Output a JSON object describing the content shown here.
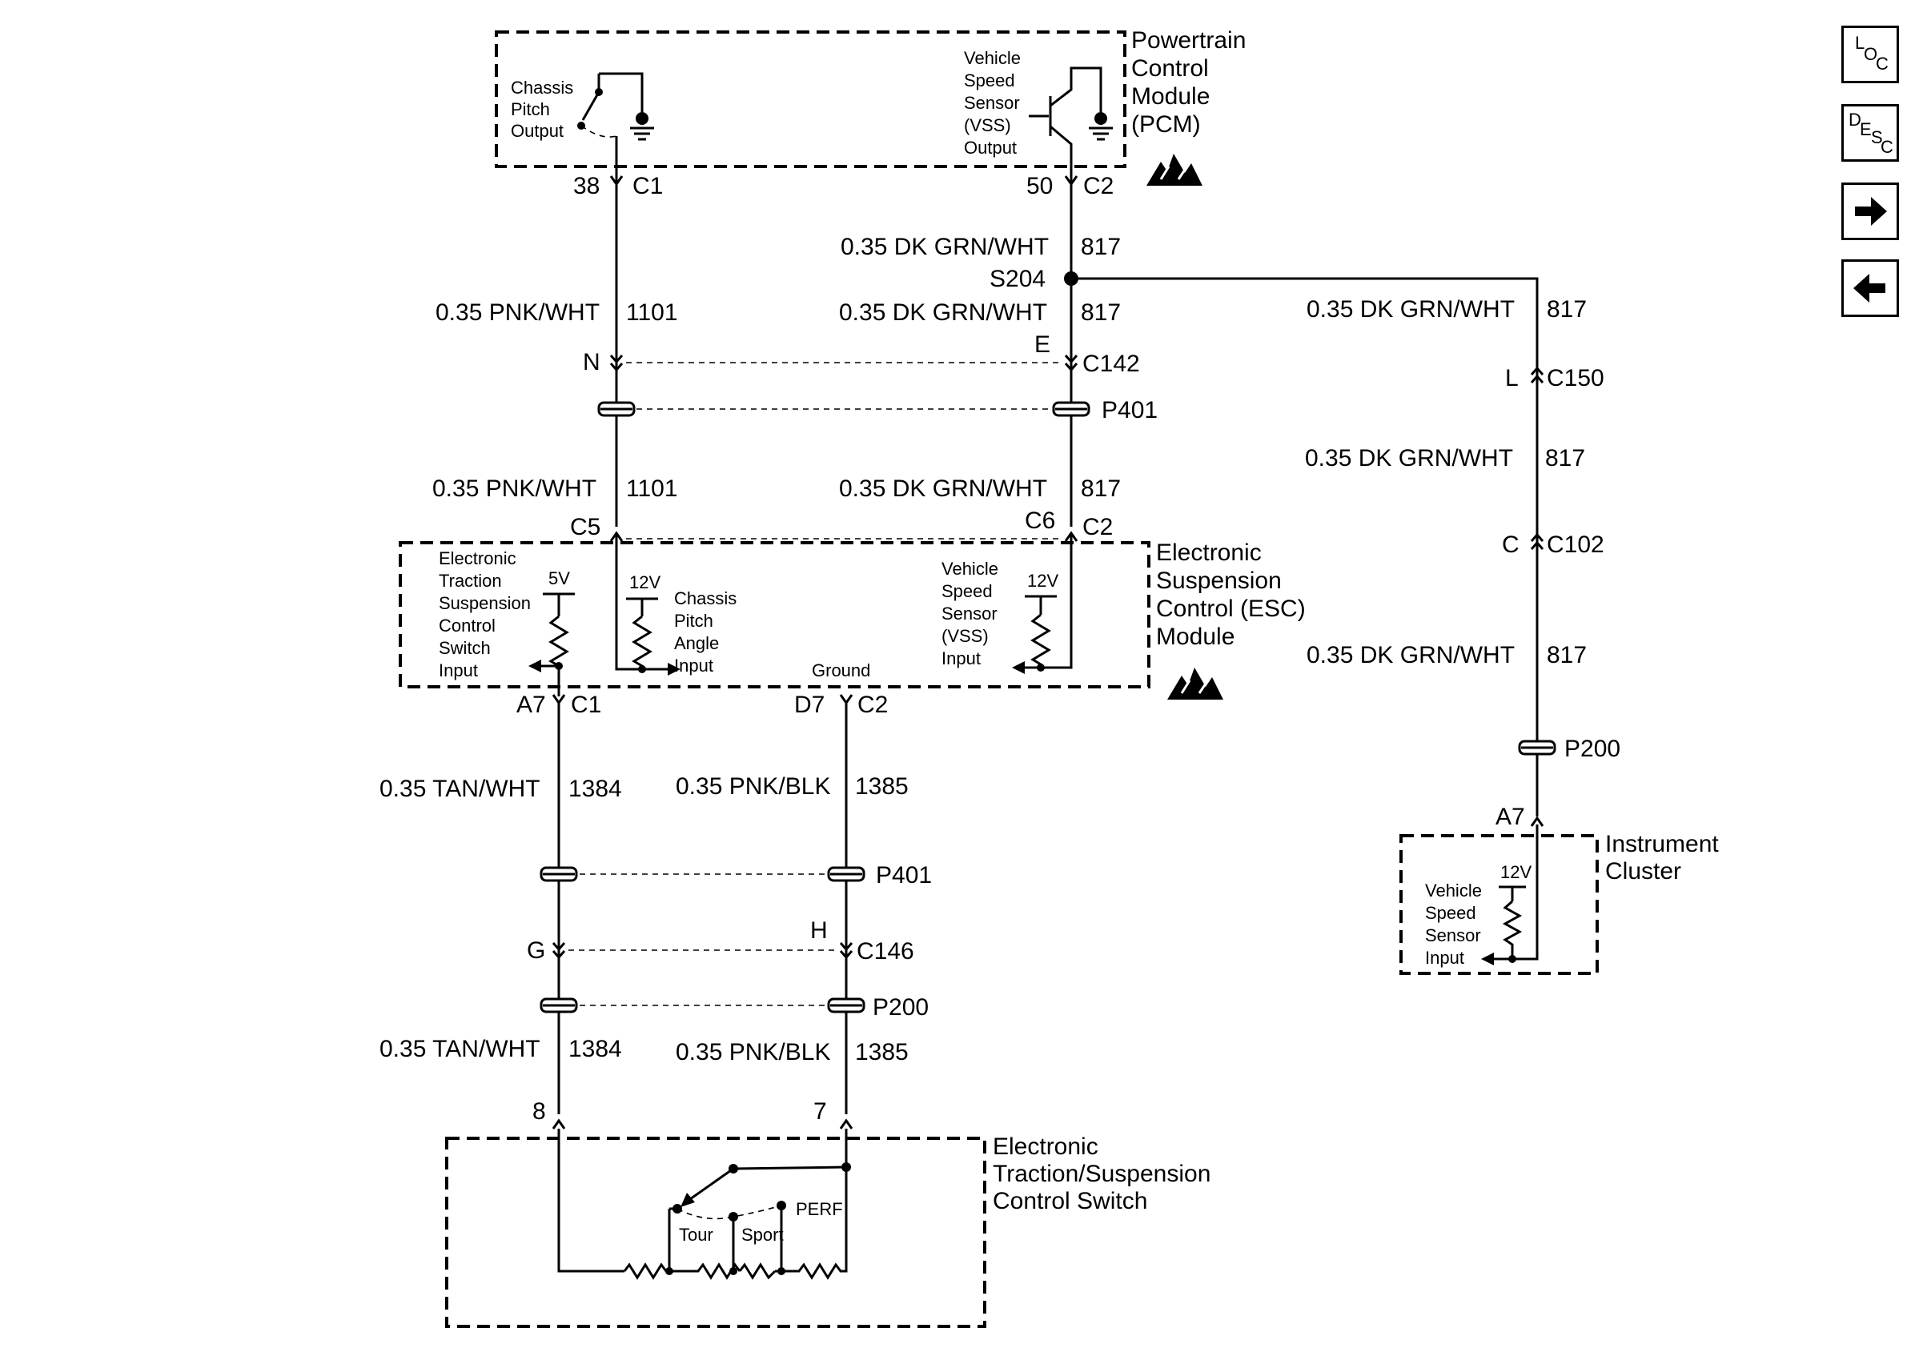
{
  "nav": {
    "loc": "LOC",
    "desc": "DESC",
    "next": "next-arrow-icon",
    "prev": "prev-arrow-icon"
  },
  "modules": {
    "pcm": [
      "Powertrain",
      "Control",
      "Module",
      "(PCM)"
    ],
    "esc": [
      "Electronic",
      "Suspension",
      "Control (ESC)",
      "Module"
    ],
    "ic": [
      "Instrument",
      "Cluster"
    ],
    "switch": [
      "Electronic",
      "Traction/Suspension",
      "Control Switch"
    ]
  },
  "pcm_internal": {
    "pitch": [
      "Chassis",
      "Pitch",
      "Output"
    ],
    "vss": [
      "Vehicle",
      "Speed",
      "Sensor",
      "(VSS)",
      "Output"
    ]
  },
  "esc_internal": {
    "switch_input": [
      "Electronic",
      "Traction",
      "Suspension",
      "Control",
      "Switch",
      "Input"
    ],
    "pitch_input": [
      "Chassis",
      "Pitch",
      "Angle",
      "Input"
    ],
    "vss_input": [
      "Vehicle",
      "Speed",
      "Sensor",
      "(VSS)",
      "Input"
    ],
    "v5": "5V",
    "v12a": "12V",
    "v12b": "12V",
    "ground": "Ground"
  },
  "ic_internal": {
    "vss_input": [
      "Vehicle",
      "Speed",
      "Sensor",
      "Input"
    ],
    "v12": "12V"
  },
  "switch_internal": {
    "tour": "Tour",
    "sport": "Sport",
    "perf": "PERF"
  },
  "pins": {
    "pcm_c1": "38",
    "pcm_c1_conn": "C1",
    "pcm_c2": "50",
    "pcm_c2_conn": "C2",
    "s204": "S204",
    "c142_n": "N",
    "c142_e": "E",
    "c142": "C142",
    "p401a": "P401",
    "esc_c5": "C5",
    "esc_c6": "C6",
    "esc_c2": "C2",
    "esc_a7": "A7",
    "esc_c1": "C1",
    "esc_d7": "D7",
    "esc_c2b": "C2",
    "p401b": "P401",
    "c146_g": "G",
    "c146_h": "H",
    "c146": "C146",
    "p200a": "P200",
    "sw_8": "8",
    "sw_7": "7",
    "c150_l": "L",
    "c150": "C150",
    "c102_c": "C",
    "c102": "C102",
    "p200b": "P200",
    "ic_a7": "A7"
  },
  "wires": {
    "w1101a_color": "0.35 PNK/WHT",
    "w1101a_num": "1101",
    "w1101b_color": "0.35 PNK/WHT",
    "w1101b_num": "1101",
    "w817a_color": "0.35 DK GRN/WHT",
    "w817a_num": "817",
    "w817b_color": "0.35 DK GRN/WHT",
    "w817b_num": "817",
    "w817c_color": "0.35 DK GRN/WHT",
    "w817c_num": "817",
    "w817d_color": "0.35 DK GRN/WHT",
    "w817d_num": "817",
    "w817e_color": "0.35 DK GRN/WHT",
    "w817e_num": "817",
    "w817f_color": "0.35 DK GRN/WHT",
    "w817f_num": "817",
    "w1384a_color": "0.35 TAN/WHT",
    "w1384a_num": "1384",
    "w1384b_color": "0.35 TAN/WHT",
    "w1384b_num": "1384",
    "w1385a_color": "0.35 PNK/BLK",
    "w1385a_num": "1385",
    "w1385b_color": "0.35 PNK/BLK",
    "w1385b_num": "1385"
  }
}
